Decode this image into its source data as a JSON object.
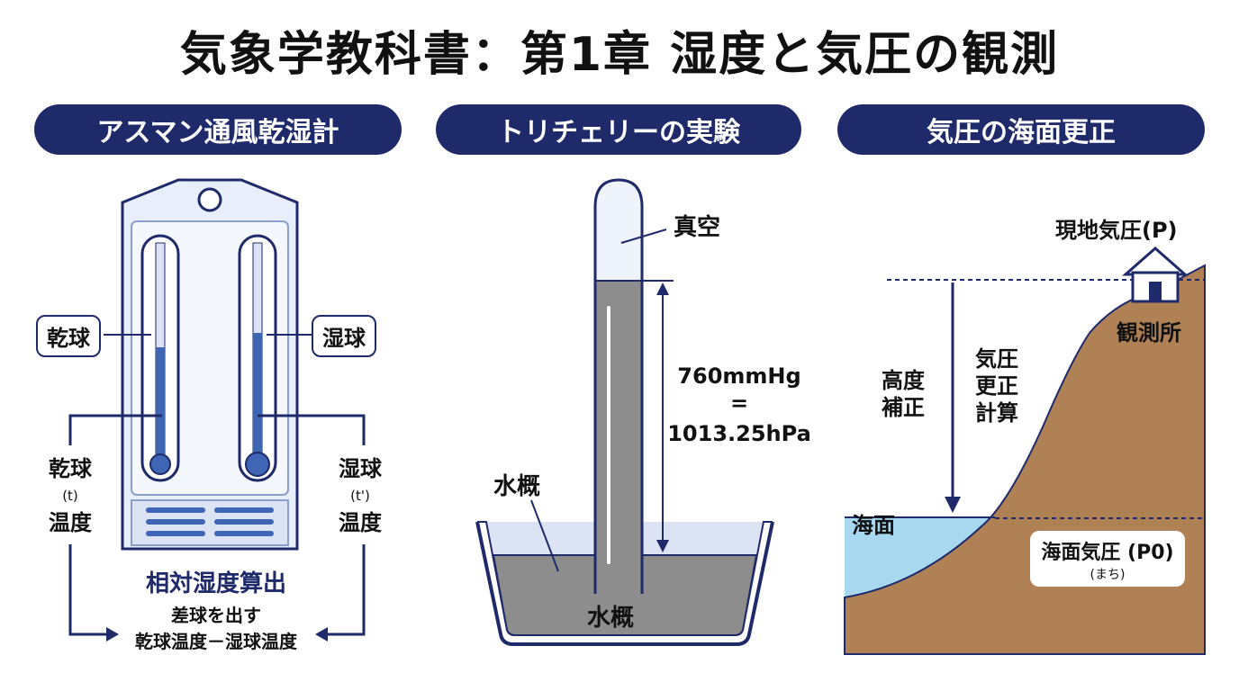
{
  "title": "気象学教科書：第1章 湿度と気圧の観測",
  "panels": {
    "assmann": {
      "heading": "アスマン通風乾湿計",
      "dry_bulb_label": "乾球",
      "wet_bulb_label": "湿球",
      "dry_temp": {
        "line1": "乾球",
        "sub": "(t)",
        "line2": "温度"
      },
      "wet_temp": {
        "line1": "湿球",
        "sub": "(t')",
        "line2": "温度"
      },
      "calc_title": "相対湿度算出",
      "calc_line1": "差球を出す",
      "calc_line2": "乾球温度－湿球温度"
    },
    "torricelli": {
      "heading": "トリチェリーの実験",
      "vacuum_label": "真空",
      "pressure_value": "760mmHg",
      "equals": "=",
      "pressure_hpa": "1013.25hPa",
      "mercury_label": "水概",
      "mercury_label_bottom": "水概"
    },
    "sea_level": {
      "heading": "気圧の海面更正",
      "station_pressure": "現地気圧(P)",
      "station_label": "観測所",
      "height_correction": [
        "高度",
        "補正"
      ],
      "pressure_correction": [
        "気圧",
        "更正",
        "計算"
      ],
      "sea_label": "海面",
      "sea_level_pressure": "海面気圧 (P0)",
      "sea_level_sub": "(まち)"
    }
  },
  "colors": {
    "navy": "#1f2a6b",
    "light_blue": "#e8eefb",
    "thermo_blue": "#3f66b4",
    "mercury_gray": "#8d8d8d",
    "sea_blue": "#a7d8f0",
    "ground_brown": "#b08154"
  }
}
